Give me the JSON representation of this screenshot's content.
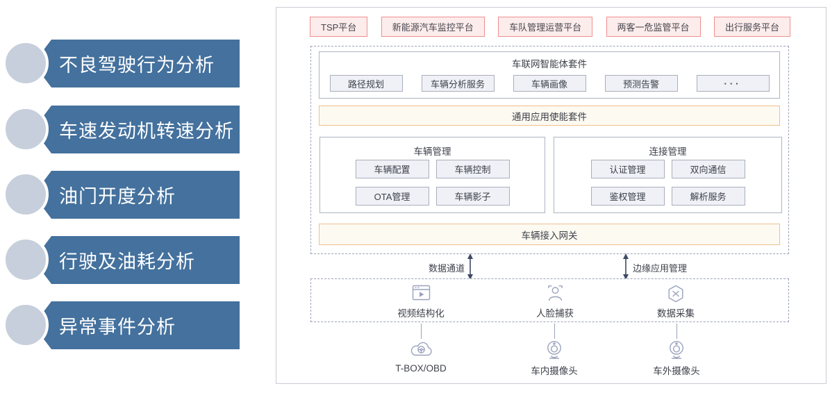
{
  "left_panel": {
    "items": [
      {
        "label": "不良驾驶行为分析"
      },
      {
        "label": "车速发动机转速分析"
      },
      {
        "label": "油门开度分析"
      },
      {
        "label": "行驶及油耗分析"
      },
      {
        "label": "异常事件分析"
      }
    ]
  },
  "diagram": {
    "platforms": [
      "TSP平台",
      "新能源汽车监控平台",
      "车队管理运营平台",
      "两客一危监管平台",
      "出行服务平台"
    ],
    "agent_suite": {
      "title": "车联网智能体套件",
      "items": [
        "路径规划",
        "车辆分析服务",
        "车辆画像",
        "预测告警",
        "···"
      ]
    },
    "enable_suite_label": "通用应用使能套件",
    "vehicle_mgmt": {
      "title": "车辆管理",
      "items": [
        "车辆配置",
        "车辆控制",
        "OTA管理",
        "车辆影子"
      ]
    },
    "conn_mgmt": {
      "title": "连接管理",
      "items": [
        "认证管理",
        "双向通信",
        "鉴权管理",
        "解析服务"
      ]
    },
    "gateway_label": "车辆接入网关",
    "channels": [
      {
        "label": "数据通道"
      },
      {
        "label": "边缘应用管理"
      }
    ],
    "edge_apps": [
      {
        "label": "视频结构化",
        "icon": "video-icon"
      },
      {
        "label": "人脸捕获",
        "icon": "face-capture-icon"
      },
      {
        "label": "数据采集",
        "icon": "data-collection-icon"
      }
    ],
    "devices": [
      {
        "label": "T-BOX/OBD",
        "icon": "tbox-cloud-icon"
      },
      {
        "label": "车内摄像头",
        "icon": "camera-icon"
      },
      {
        "label": "车外摄像头",
        "icon": "camera-icon"
      }
    ]
  },
  "colors": {
    "banner_blue": "#44719d",
    "circle_gray": "#c7cfdc",
    "platform_fill": "#fdecec",
    "platform_border": "#ef8f8f",
    "suite_fill": "#fdfaf1",
    "suite_border": "#eec08c",
    "chip_fill": "#eff1f7",
    "chip_border": "#a9aebb",
    "dashed_border": "#9aa3b7",
    "arrow_dark": "#3e4a63"
  }
}
